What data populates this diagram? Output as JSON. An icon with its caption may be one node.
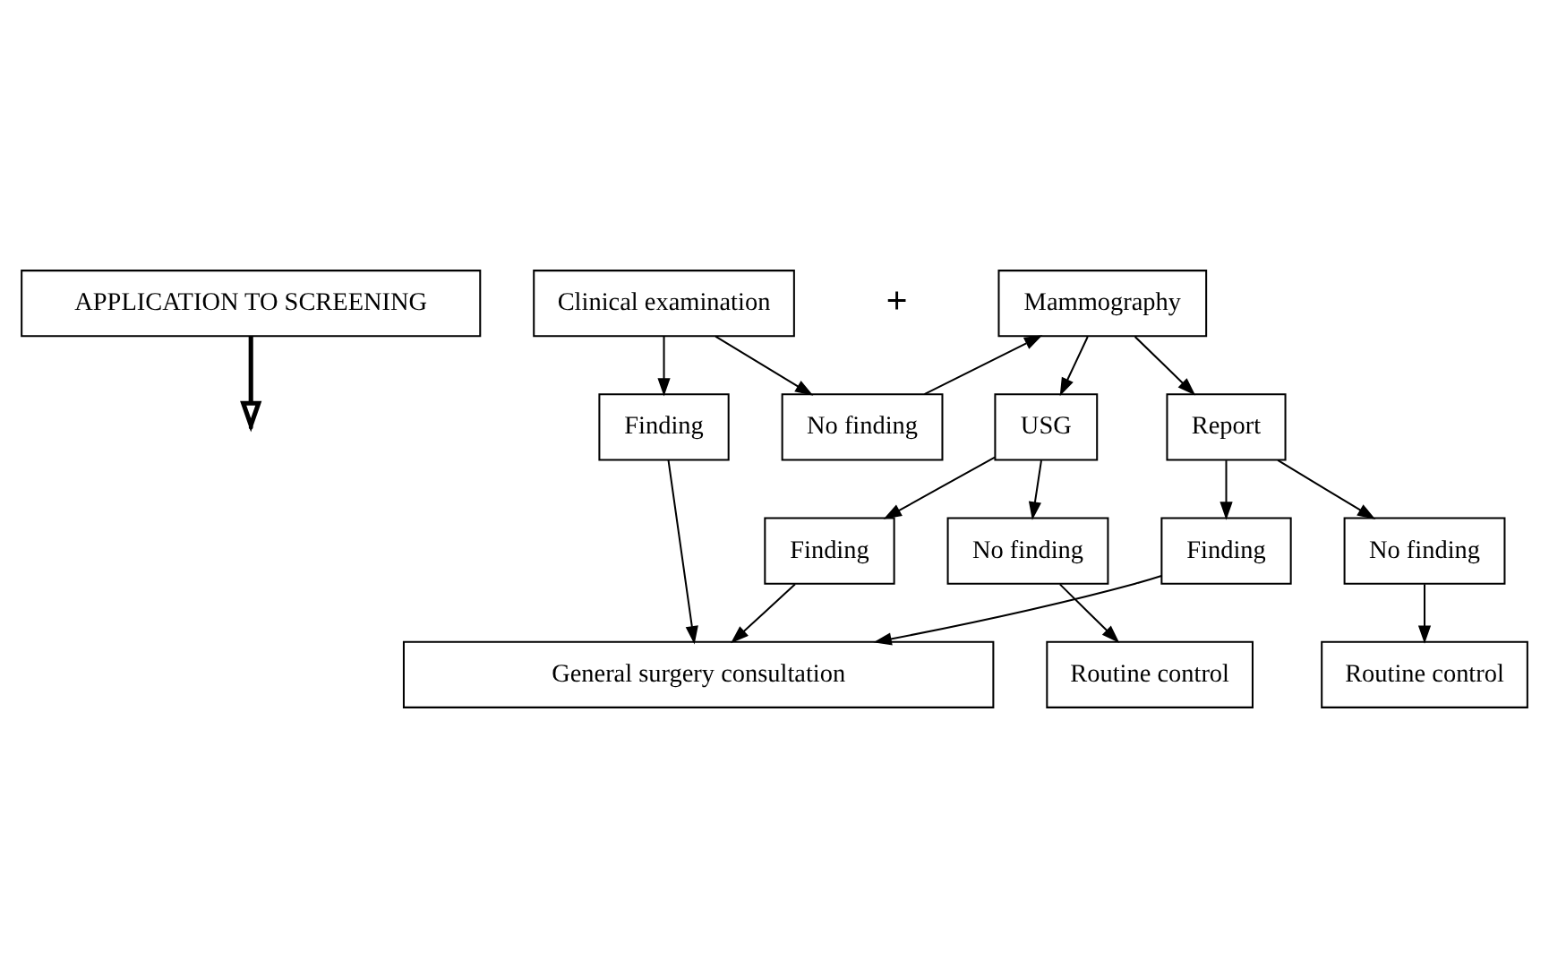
{
  "diagram": {
    "nodes": [
      {
        "text": [
          "APPLICATION TO SCREENING"
        ]
      },
      {
        "text": [
          "Clinical examination"
        ]
      },
      {
        "text": [
          "Mammography"
        ]
      },
      {
        "text": [
          "Finding"
        ]
      },
      {
        "text": [
          "No finding"
        ]
      },
      {
        "text": [
          "USG"
        ]
      },
      {
        "text": [
          "Report"
        ]
      },
      {
        "text": [
          "Finding"
        ]
      },
      {
        "text": [
          "No finding"
        ]
      },
      {
        "text": [
          "Finding"
        ]
      },
      {
        "text": [
          "No finding"
        ]
      },
      {
        "text": [
          "Routine control"
        ]
      },
      {
        "text": [
          "Routine control"
        ]
      },
      {
        "text": [
          "General surgery consultation"
        ]
      }
    ],
    "edges": [
      {
        "from": 0,
        "to": null,
        "arrow": "to",
        "style": "thick"
      },
      {
        "from": 1,
        "to": 3,
        "arrow": "to"
      },
      {
        "from": 1,
        "to": 4,
        "arrow": "to"
      },
      {
        "from": 4,
        "to": 2,
        "arrow": "to"
      },
      {
        "from": 2,
        "to": 5,
        "arrow": "to"
      },
      {
        "from": 2,
        "to": 6,
        "arrow": "to"
      },
      {
        "from": 5,
        "to": 7,
        "arrow": "to"
      },
      {
        "from": 5,
        "to": 8,
        "arrow": "to"
      },
      {
        "from": 6,
        "to": 9,
        "arrow": "to"
      },
      {
        "from": 6,
        "to": 10,
        "arrow": "to"
      },
      {
        "from": 8,
        "to": 11,
        "arrow": "to"
      },
      {
        "from": 10,
        "to": 12,
        "arrow": "to"
      },
      {
        "from": 3,
        "to": 13,
        "arrow": "to"
      },
      {
        "from": 7,
        "to": 13,
        "arrow": "to"
      },
      {
        "from": 9,
        "to": 13,
        "arrow": "to"
      }
    ],
    "labels": [
      "+"
    ]
  }
}
